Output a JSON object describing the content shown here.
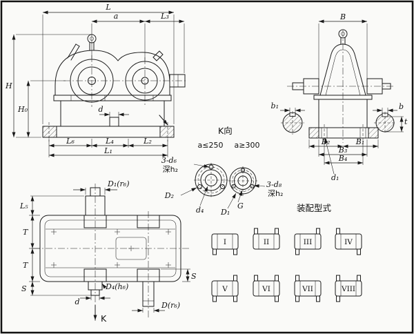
{
  "colors": {
    "ink": "#1a1a1a",
    "bg": "#fafaf8"
  },
  "drawing": {
    "front": {
      "L": "L",
      "a": "a",
      "L3": "L₃",
      "H": "H",
      "H0": "H₀",
      "d": "d",
      "L6": "L₆",
      "L4": "L₄",
      "L2": "L₂",
      "L1": "L₁"
    },
    "side": {
      "B": "B",
      "b1": "b₁",
      "b": "b",
      "t": "t",
      "B2": "B₂",
      "B1": "B₁",
      "B3": "B₃",
      "B4": "B₄",
      "d1": "d₁"
    },
    "kview": {
      "title": "K向",
      "cond1": "a≤250",
      "cond2": "a≥300",
      "holes1": "3-d₆",
      "depth1": "深h₂",
      "D2": "D₂",
      "d4": "d₄",
      "holes2": "3-d₈",
      "depth2": "深h₂",
      "G": "G",
      "D1": "D₁"
    },
    "top": {
      "D1r6": "D₁(r₆)",
      "L5": "L₅",
      "T1": "T",
      "T2": "T",
      "S1": "S",
      "S2": "S",
      "D4h6": "D₄(h₆)",
      "d": "d",
      "Dr6": "D(r₆)",
      "K": "K"
    },
    "assembly": {
      "title": "装配型式",
      "items": [
        {
          "label": "I"
        },
        {
          "label": "II"
        },
        {
          "label": "III"
        },
        {
          "label": "IV"
        },
        {
          "label": "V"
        },
        {
          "label": "VI"
        },
        {
          "label": "VII"
        },
        {
          "label": "VIII"
        }
      ]
    }
  }
}
